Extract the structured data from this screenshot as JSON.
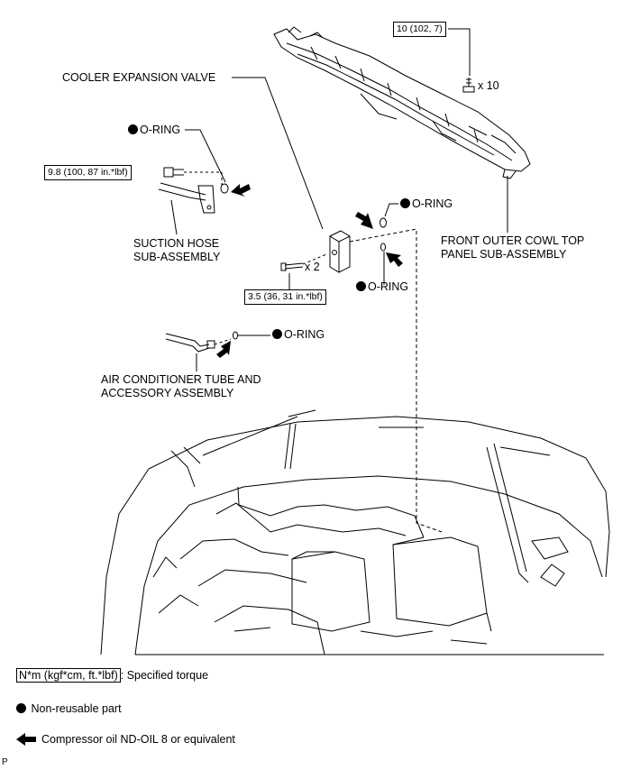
{
  "labels": {
    "cooler_expansion_valve": "COOLER EXPANSION VALVE",
    "oring": "O-RING",
    "suction_hose_1": "SUCTION HOSE",
    "suction_hose_2": "SUB-ASSEMBLY",
    "front_cowl_1": "FRONT OUTER COWL TOP",
    "front_cowl_2": "PANEL SUB-ASSEMBLY",
    "ac_tube_1": "AIR CONDITIONER TUBE AND",
    "ac_tube_2": "ACCESSORY ASSEMBLY",
    "qty_cowl_bolts": "x 10",
    "qty_valve_bolts": "x 2"
  },
  "torques": {
    "cowl": "10 (102, 7)",
    "suction": "9.8 (100, 87 in.*lbf)",
    "valve": "3.5 (36, 31 in.*lbf)"
  },
  "legend": {
    "torque_box": "N*m (kgf*cm, ft.*lbf)",
    "torque_desc": ": Specified torque",
    "non_reusable": "Non-reusable part",
    "compressor_oil": "Compressor oil ND-OIL 8 or equivalent"
  },
  "figure_code": "P"
}
